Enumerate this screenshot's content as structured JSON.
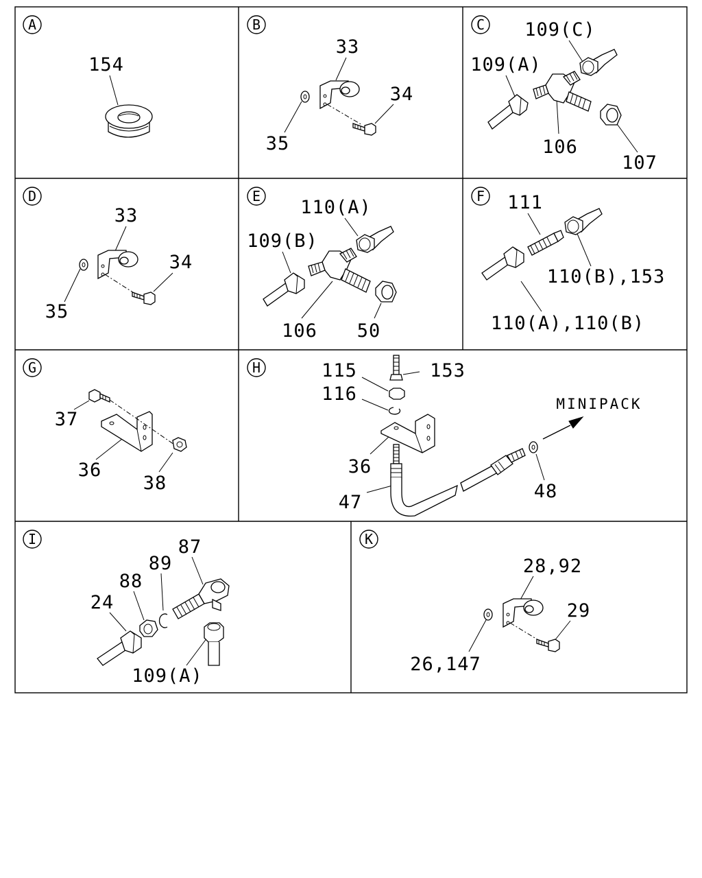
{
  "panels": {
    "a": {
      "letter": "A",
      "callouts": [
        "154"
      ]
    },
    "b": {
      "letter": "B",
      "callouts": [
        "33",
        "34",
        "35"
      ]
    },
    "c": {
      "letter": "C",
      "callouts": [
        "109(C)",
        "109(A)",
        "106",
        "107"
      ]
    },
    "d": {
      "letter": "D",
      "callouts": [
        "33",
        "34",
        "35"
      ]
    },
    "e": {
      "letter": "E",
      "callouts": [
        "110(A)",
        "109(B)",
        "106",
        "50"
      ]
    },
    "f": {
      "letter": "F",
      "callouts": [
        "111",
        "110(B),153",
        "110(A),110(B)"
      ]
    },
    "g": {
      "letter": "G",
      "callouts": [
        "37",
        "36",
        "38"
      ]
    },
    "h": {
      "letter": "H",
      "callouts": [
        "115",
        "153",
        "116",
        "36",
        "47",
        "48"
      ],
      "note": "MINIPACK"
    },
    "i": {
      "letter": "I",
      "callouts": [
        "87",
        "88",
        "89",
        "24",
        "109(A)"
      ]
    },
    "k": {
      "letter": "K",
      "callouts": [
        "28,92",
        "29",
        "26,147"
      ]
    }
  }
}
